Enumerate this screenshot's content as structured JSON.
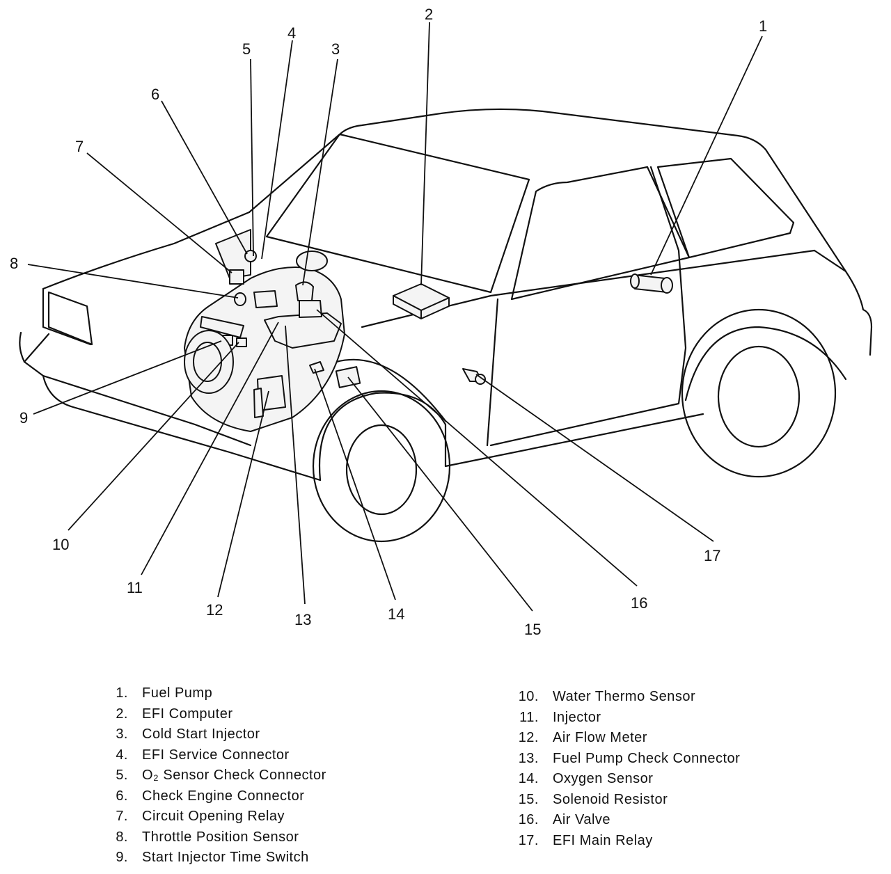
{
  "callouts": [
    {
      "number": "1",
      "name": "Fuel Pump"
    },
    {
      "number": "2",
      "name": "EFI Computer"
    },
    {
      "number": "3",
      "name": "Cold Start Injector"
    },
    {
      "number": "4",
      "name": "EFI Service Connector"
    },
    {
      "number": "5",
      "name": "O₂ Sensor Check Connector"
    },
    {
      "number": "6",
      "name": "Check Engine Connector"
    },
    {
      "number": "7",
      "name": "Circuit Opening Relay"
    },
    {
      "number": "8",
      "name": "Throttle Position Sensor"
    },
    {
      "number": "9",
      "name": "Start Injector Time Switch"
    },
    {
      "number": "10",
      "name": "Water Thermo Sensor"
    },
    {
      "number": "11",
      "name": "Injector"
    },
    {
      "number": "12",
      "name": "Air Flow Meter"
    },
    {
      "number": "13",
      "name": "Fuel Pump Check Connector"
    },
    {
      "number": "14",
      "name": "Oxygen Sensor"
    },
    {
      "number": "15",
      "name": "Solenoid Resistor"
    },
    {
      "number": "16",
      "name": "Air Valve"
    },
    {
      "number": "17",
      "name": "EFI Main Relay"
    }
  ],
  "legend": {
    "left": [
      {
        "num": "1.",
        "label": "Fuel Pump"
      },
      {
        "num": "2.",
        "label": "EFI Computer"
      },
      {
        "num": "3.",
        "label": "Cold Start Injector"
      },
      {
        "num": "4.",
        "label": "EFI Service Connector"
      },
      {
        "num": "5.",
        "label": "O₂ Sensor Check Connector"
      },
      {
        "num": "6.",
        "label": "Check Engine Connector"
      },
      {
        "num": "7.",
        "label": "Circuit Opening Relay"
      },
      {
        "num": "8.",
        "label": "Throttle Position Sensor"
      },
      {
        "num": "9.",
        "label": "Start Injector Time Switch"
      }
    ],
    "right": [
      {
        "num": "10.",
        "label": "Water Thermo Sensor"
      },
      {
        "num": "11.",
        "label": "Injector"
      },
      {
        "num": "12.",
        "label": "Air Flow Meter"
      },
      {
        "num": "13.",
        "label": "Fuel Pump Check Connector"
      },
      {
        "num": "14.",
        "label": "Oxygen Sensor"
      },
      {
        "num": "15.",
        "label": "Solenoid Resistor"
      },
      {
        "num": "16.",
        "label": "Air Valve"
      },
      {
        "num": "17.",
        "label": "EFI Main Relay"
      }
    ]
  }
}
